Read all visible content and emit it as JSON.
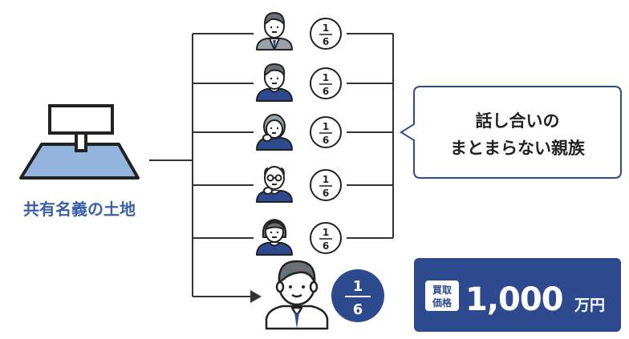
{
  "land": {
    "caption": "共有名義の土地"
  },
  "owners": [
    {
      "share_num": "1",
      "share_den": "6",
      "type": "man-suit"
    },
    {
      "share_num": "1",
      "share_den": "6",
      "type": "man-sweater"
    },
    {
      "share_num": "1",
      "share_den": "6",
      "type": "woman-elder"
    },
    {
      "share_num": "1",
      "share_den": "6",
      "type": "man-elder"
    },
    {
      "share_num": "1",
      "share_den": "6",
      "type": "woman"
    }
  ],
  "buyer": {
    "share_num": "1",
    "share_den": "6",
    "type": "man-large"
  },
  "callout": {
    "line1": "話し合いの",
    "line2": "まとまらない親族"
  },
  "price": {
    "badge_line1": "買取",
    "badge_line2": "価格",
    "amount": "1,000",
    "unit": "万円"
  },
  "colors": {
    "navy": "#2e4a8e",
    "land_fill": "#93b4dc",
    "caption": "#3a5ea8",
    "line": "#333333"
  }
}
